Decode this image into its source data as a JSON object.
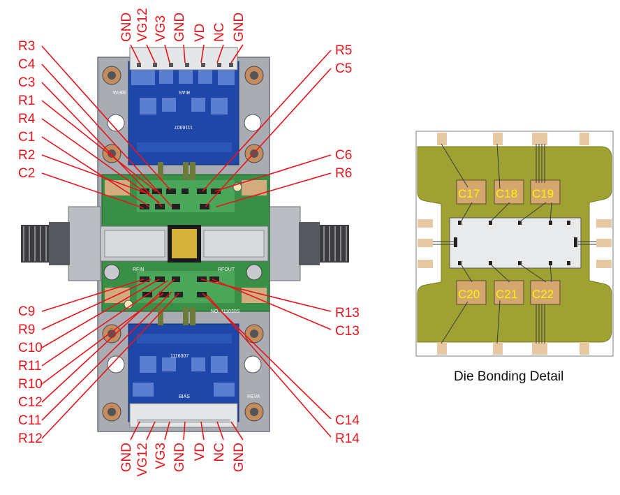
{
  "figure": {
    "caption": "Die Bonding Detail",
    "top_pins": [
      "GND",
      "VG12",
      "VG3",
      "GND",
      "VD",
      "NC",
      "GND"
    ],
    "bottom_pins": [
      "GND",
      "VG12",
      "VG3",
      "GND",
      "VD",
      "NC",
      "GND"
    ],
    "left_labels_top": [
      "R3",
      "C4",
      "C3",
      "R1",
      "R4",
      "C1",
      "R2",
      "C2"
    ],
    "right_labels_top": [
      "R5",
      "C5",
      "C6",
      "R6"
    ],
    "left_labels_bottom": [
      "C9",
      "R9",
      "C10",
      "R11",
      "R10",
      "C12",
      "C11",
      "R12"
    ],
    "right_labels_bottom": [
      "R13",
      "C13",
      "C14",
      "R14"
    ],
    "die_caps_top": [
      "C17",
      "C18",
      "C19"
    ],
    "die_caps_bottom": [
      "C20",
      "C21",
      "C22"
    ],
    "board_silk": {
      "rev_top": "REVA",
      "rev_bottom": "REVA",
      "bias_top": "BIAS",
      "bias_bottom": "BIAS",
      "part_top": "1116307",
      "part_bottom": "1116307",
      "rfin": "RFIN",
      "rfout": "RFOUT",
      "board_no": "NO. 111030S"
    }
  }
}
